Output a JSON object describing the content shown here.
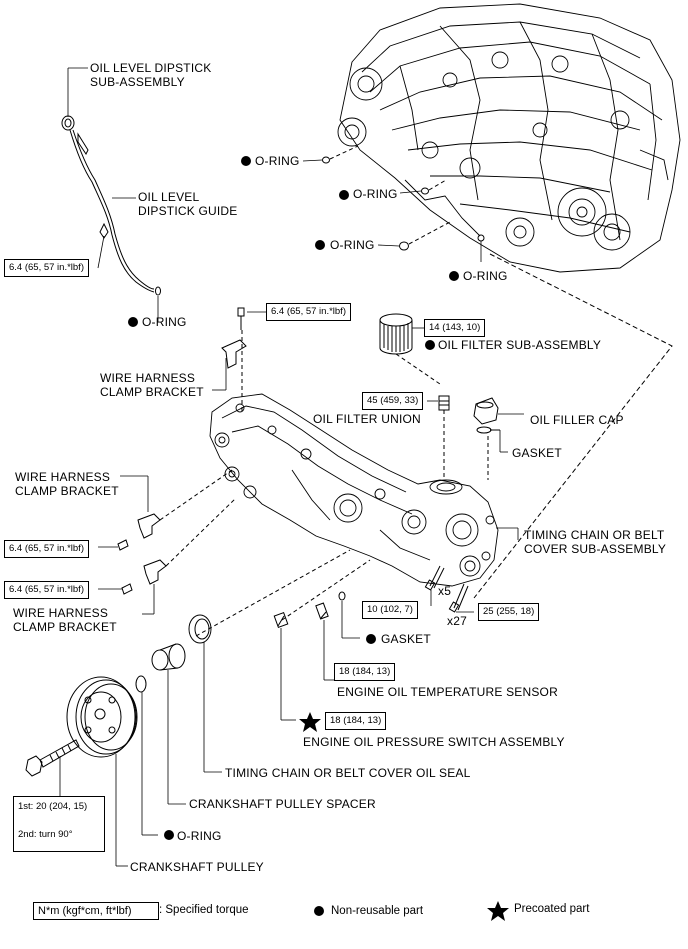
{
  "labels": {
    "dipstick": "OIL LEVEL DIPSTICK\nSUB-ASSEMBLY",
    "dipstick_guide": "OIL LEVEL\nDIPSTICK GUIDE",
    "oring_dipstick": "O-RING",
    "oring_1": "O-RING",
    "oring_2": "O-RING",
    "oring_3": "O-RING",
    "oring_4": "O-RING",
    "oring_pulley": "O-RING",
    "wire_clamp_top": "WIRE HARNESS\nCLAMP BRACKET",
    "wire_clamp_mid": "WIRE HARNESS\nCLAMP BRACKET",
    "wire_clamp_bot": "WIRE HARNESS\nCLAMP BRACKET",
    "oil_filter": "OIL FILTER SUB-ASSEMBLY",
    "oil_filter_union": "OIL FILTER UNION",
    "oil_filler_cap": "OIL FILLER CAP",
    "gasket_cap": "GASKET",
    "timing_cover": "TIMING CHAIN OR BELT\nCOVER SUB-ASSEMBLY",
    "gasket_sensor": "GASKET",
    "temp_sensor": "ENGINE OIL TEMPERATURE SENSOR",
    "pressure_switch": "ENGINE OIL PRESSURE SWITCH ASSEMBLY",
    "oil_seal": "TIMING CHAIN OR BELT COVER OIL SEAL",
    "pulley_spacer": "CRANKSHAFT PULLEY SPACER",
    "crank_pulley": "CRANKSHAFT PULLEY",
    "qty_x5": "x5",
    "qty_x27": "x27"
  },
  "torques": {
    "dipstick_guide": "6.4 (65, 57 in.*lbf)",
    "clamp_top": "6.4 (65, 57 in.*lbf)",
    "clamp_mid": "6.4 (65, 57 in.*lbf)",
    "clamp_bot": "6.4 (65, 57 in.*lbf)",
    "oil_filter": "14 (143, 10)",
    "filter_union": "45 (459, 33)",
    "bolt_x5": "10 (102, 7)",
    "bolt_x27": "25 (255, 18)",
    "temp_sensor": "18 (184, 13)",
    "pressure_switch": "18 (184, 13)",
    "pulley_bolt": "1st: 20 (204, 15)\n\n2nd: turn 90°"
  },
  "legend": {
    "unit_box": "N*m (kgf*cm, ft*lbf)",
    "unit_text": ": Specified torque",
    "nonreusable": "Non-reusable part",
    "precoated": "Precoated part"
  },
  "symbols": {
    "nonreusable_icon": "filled-circle",
    "precoated_icon": "filled-star"
  }
}
